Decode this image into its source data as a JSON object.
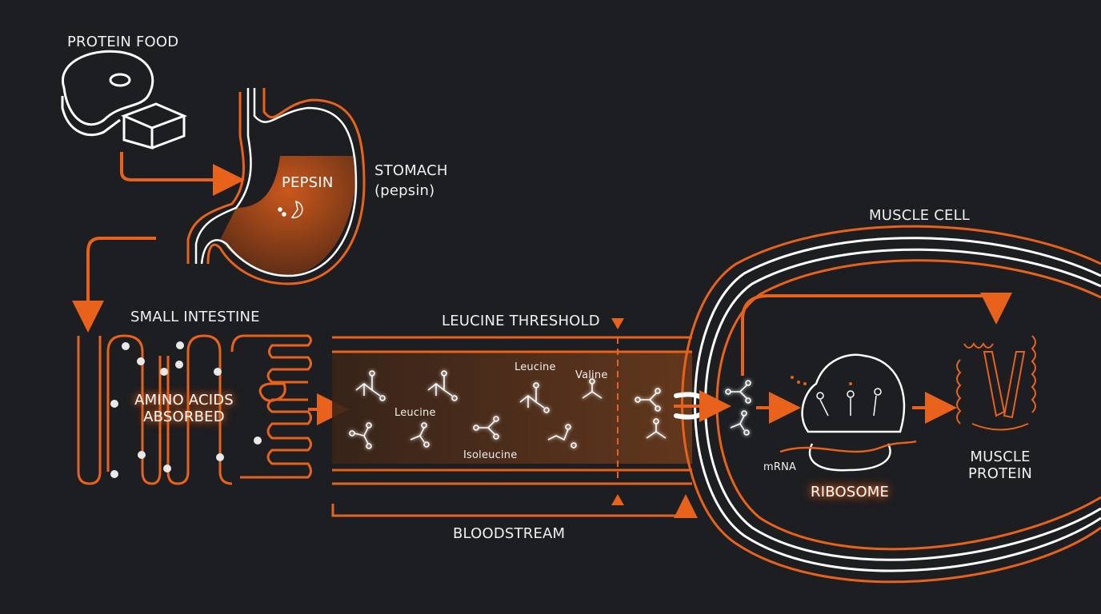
{
  "colors": {
    "background": "#1c1e22",
    "accent": "#e8621c",
    "line": "#ffffff"
  },
  "stages": {
    "food": {
      "label": "PROTEIN FOOD",
      "icons": [
        "steak-icon",
        "cube-icon"
      ]
    },
    "stomach": {
      "label": "STOMACH",
      "sublabel": "(pepsin)",
      "inner_label": "PEPSIN"
    },
    "intestine": {
      "label": "SMALL INTESTINE",
      "inner_label_1": "AMINO ACIDS",
      "inner_label_2": "ABSORBED"
    },
    "bloodstream": {
      "label": "BLOODSTREAM",
      "threshold_label": "LEUCINE THRESHOLD",
      "molecules": [
        "Leucine",
        "Leucine",
        "Isoleucine",
        "Valine"
      ]
    },
    "muscle_cell": {
      "label": "MUSCLE CELL",
      "mrna_label": "mRNA",
      "ribosome_label": "RIBOSOME",
      "protein_label_1": "MUSCLE",
      "protein_label_2": "PROTEIN"
    }
  }
}
